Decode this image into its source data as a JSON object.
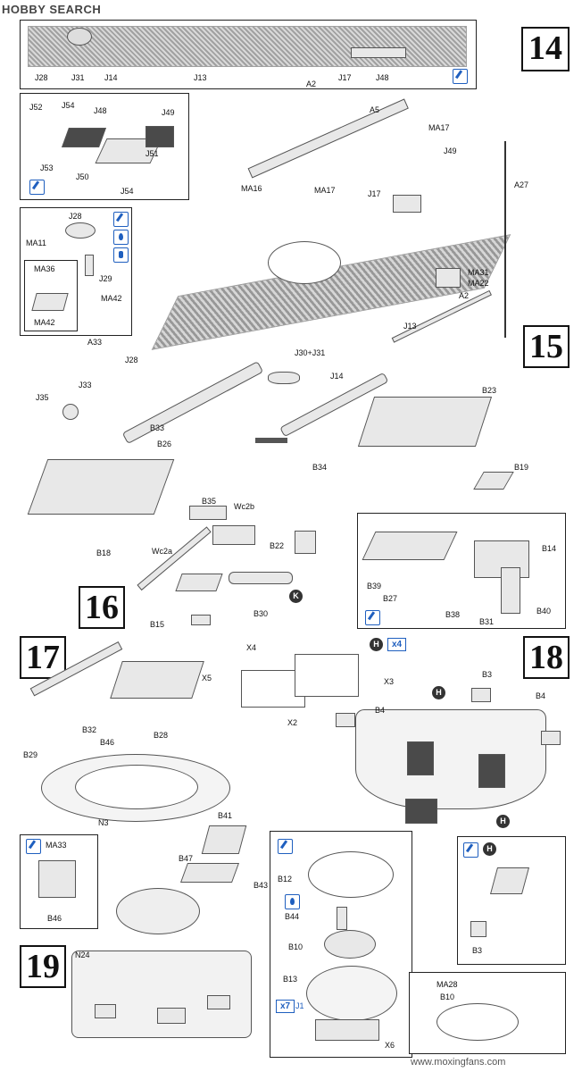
{
  "header": {
    "site_logo": "HOBBY SEARCH"
  },
  "footer": {
    "watermark": "www.moxingfans.com"
  },
  "steps": {
    "s14": "14",
    "s15": "15",
    "s16": "16",
    "s17": "17",
    "s18": "18",
    "s19": "19"
  },
  "step14": {
    "top_panel_labels": [
      "J28",
      "J31",
      "J14",
      "J13",
      "J17",
      "J48",
      "A2"
    ],
    "detail_labels": [
      "J52",
      "J54",
      "J48",
      "J49",
      "J53",
      "J50",
      "J51",
      "J54"
    ],
    "main_labels": [
      "A5",
      "MA17",
      "J49",
      "MA16",
      "MA17",
      "J17",
      "A27",
      "MA31",
      "MA22",
      "A2",
      "J13",
      "J30+J31",
      "J14"
    ],
    "hatch_labels": [
      "J28",
      "MA11",
      "J29",
      "MA36",
      "MA42",
      "MA42"
    ]
  },
  "step15": {
    "labels": [
      "A33",
      "J28",
      "J35",
      "J33",
      "B33",
      "B26",
      "B34",
      "B23",
      "B19",
      "B18"
    ],
    "detail_labels": [
      "B39",
      "B14",
      "B27",
      "B38",
      "B31",
      "B40"
    ]
  },
  "step16": {
    "labels": [
      "B35",
      "Wc2b",
      "Wc2a",
      "B22",
      "B30",
      "B15"
    ],
    "marker": "K"
  },
  "step17": {
    "labels": [
      "X4",
      "X5",
      "X3",
      "X2",
      "B32",
      "B46",
      "B28",
      "B29",
      "N3",
      "B41",
      "B47",
      "B43"
    ],
    "detail_labels": [
      "MA33",
      "B46"
    ],
    "h_marker": "H",
    "h_count": "x4"
  },
  "step18": {
    "labels": [
      "B3",
      "B4",
      "B4"
    ],
    "detail_labels": [
      "B3"
    ],
    "h_marker": "H"
  },
  "step19": {
    "labels": [
      "N24",
      "B12",
      "B44",
      "B10",
      "B13",
      "X6"
    ],
    "count_box": "x7",
    "count_part": "J1",
    "detail_labels": [
      "MA28",
      "B10"
    ]
  },
  "colors": {
    "accent_blue": "#1f5fbf",
    "ink": "#111111",
    "paper": "#ffffff"
  }
}
